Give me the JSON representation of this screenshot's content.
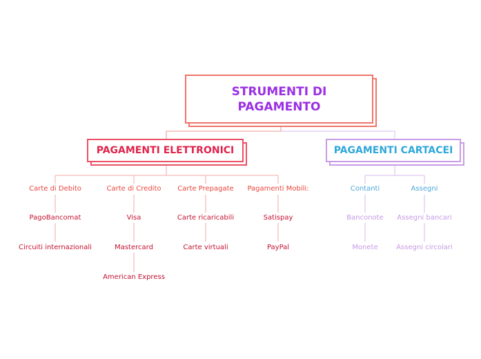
{
  "root": {
    "title_line1": "STRUMENTI DI",
    "title_line2": "PAGAMENTO"
  },
  "elettronici": {
    "title": "PAGAMENTI ELETTRONICI",
    "groups": [
      {
        "label": "Carte di Debito",
        "items": [
          "PagoBancomat",
          "Circuiti internazionali"
        ]
      },
      {
        "label": "Carte di Credito",
        "items": [
          "Visa",
          "Mastercard",
          "American Express"
        ]
      },
      {
        "label": "Carte Prepagate",
        "items": [
          "Carte ricaricabili",
          "Carte virtuali"
        ]
      },
      {
        "label": "Pagamenti Mobili:",
        "items": [
          "Satispay",
          "PayPal"
        ]
      }
    ]
  },
  "cartacei": {
    "title": "PAGAMENTI CARTACEI",
    "groups": [
      {
        "label": "Contanti",
        "items": [
          "Banconote",
          "Monete"
        ]
      },
      {
        "label": "Assegni",
        "items": [
          "Assegni bancari",
          "Assegni circolari"
        ]
      }
    ]
  },
  "colors": {
    "root_border": "#f0736a",
    "root_text": "#9b2fe3",
    "elettronici_text": "#e0234b",
    "cartacei_text": "#2fa7db",
    "elettronici_lines": "#f4a9a4",
    "cartacei_lines": "#d9b8ee"
  }
}
